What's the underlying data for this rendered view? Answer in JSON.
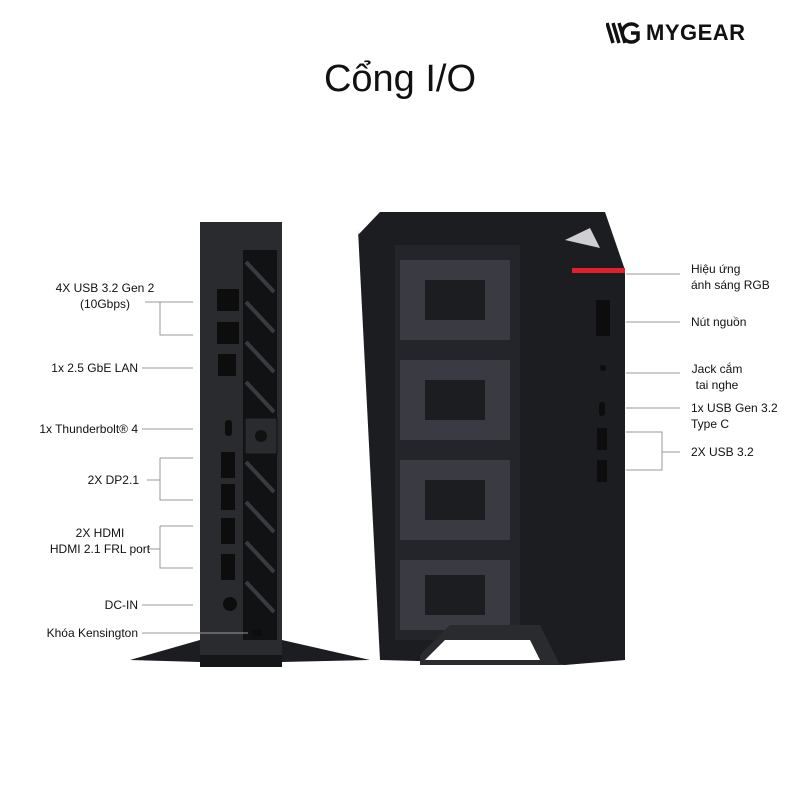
{
  "brand": {
    "name": "MYGEAR"
  },
  "title": "Cổng I/O",
  "rear_labels": [
    {
      "line1": "4X USB 3.2 Gen 2",
      "line2": "(10Gbps)"
    },
    {
      "line1": "1x 2.5 GbE LAN"
    },
    {
      "line1": "1x Thunderbolt® 4"
    },
    {
      "line1": "2X DP2.1"
    },
    {
      "line1": "2X HDMI",
      "line2": "HDMI 2.1 FRL port"
    },
    {
      "line1": "DC-IN"
    },
    {
      "line1": "Khóa Kensington"
    }
  ],
  "front_labels": [
    {
      "line1": "Hiệu ứng",
      "line2": "ánh sáng RGB"
    },
    {
      "line1": "Nút nguồn"
    },
    {
      "line1": "Jack cắm",
      "line2": "tai nghe"
    },
    {
      "line1": "1x USB Gen 3.2",
      "line2": "Type C"
    },
    {
      "line1": "2X USB 3.2"
    }
  ],
  "colors": {
    "device": "#1c1d20",
    "accent": "#e0202a",
    "line": "#9a9a9a"
  }
}
